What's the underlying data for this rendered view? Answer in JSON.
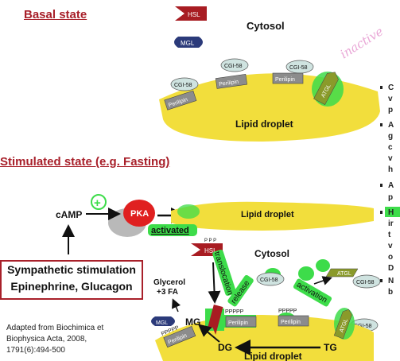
{
  "basal": {
    "title": "Basal state",
    "cytosol": "Cytosol",
    "hsl": "HSL",
    "mgl": "MGL",
    "cgi": [
      "CGI-58",
      "CGI-58",
      "CGI-58"
    ],
    "perilipin": [
      "Perilipin",
      "Perilipin",
      "Perilipin"
    ],
    "atgl": "ATGL",
    "lipid_droplet": "Lipid droplet",
    "handwritten_note": "inactive"
  },
  "stimulated": {
    "title": "Stimulated state (e.g. Fasting)",
    "camp": "cAMP",
    "plus": "+",
    "pka": "PKA",
    "activated": "activated",
    "lipid_droplet_top": "Lipid droplet",
    "stimulation_line1": "Sympathetic stimulation",
    "stimulation_line2": "Epinephrine, Glucagon",
    "cytosol": "Cytosol",
    "hsl": "HSL",
    "ppp": "P P P",
    "translocation": "translocation",
    "release": "release",
    "activation": "activation",
    "atgl_top": "ATGL",
    "cgi_labels": [
      "CGI-58",
      "CGI-58",
      "CGI-58"
    ],
    "glycerol_line1": "Glycerol",
    "glycerol_line2": "+3 FA",
    "mgl": "MGL",
    "mg": "MG",
    "dg": "DG",
    "tg": "TG",
    "perilipin": [
      "Perilipin",
      "Perilipin",
      "Perilipin"
    ],
    "pppp": [
      "PPPPP",
      "PPPPP",
      "PPPPP"
    ],
    "atgl_bottom": "ATGL",
    "lipid_droplet_bottom": "Lipid droplet"
  },
  "credit": {
    "line1": "Adapted from Biochimica et",
    "line2": "Biophysica Acta, 2008,",
    "line3": "1791(6):494-500"
  },
  "side_bullets": [
    "C",
    "v",
    "p",
    "A",
    "g",
    "c",
    "v",
    "h",
    "A",
    "p",
    "H",
    "ir",
    "t",
    "v",
    "o",
    "D",
    "N",
    "b"
  ],
  "colors": {
    "title_red": "#a8202a",
    "lipid_yellow": "#f2de3c",
    "highlight_green": "#3ddc4a",
    "hsl_red": "#a81c22",
    "mgl_navy": "#2b3a7a",
    "atgl_olive": "#8a9a2a",
    "perilipin_gray": "#8c8c8c",
    "cgi_mint": "#cfe3e0",
    "pka_red": "#e02020",
    "note_pink": "#e9a6d6"
  }
}
